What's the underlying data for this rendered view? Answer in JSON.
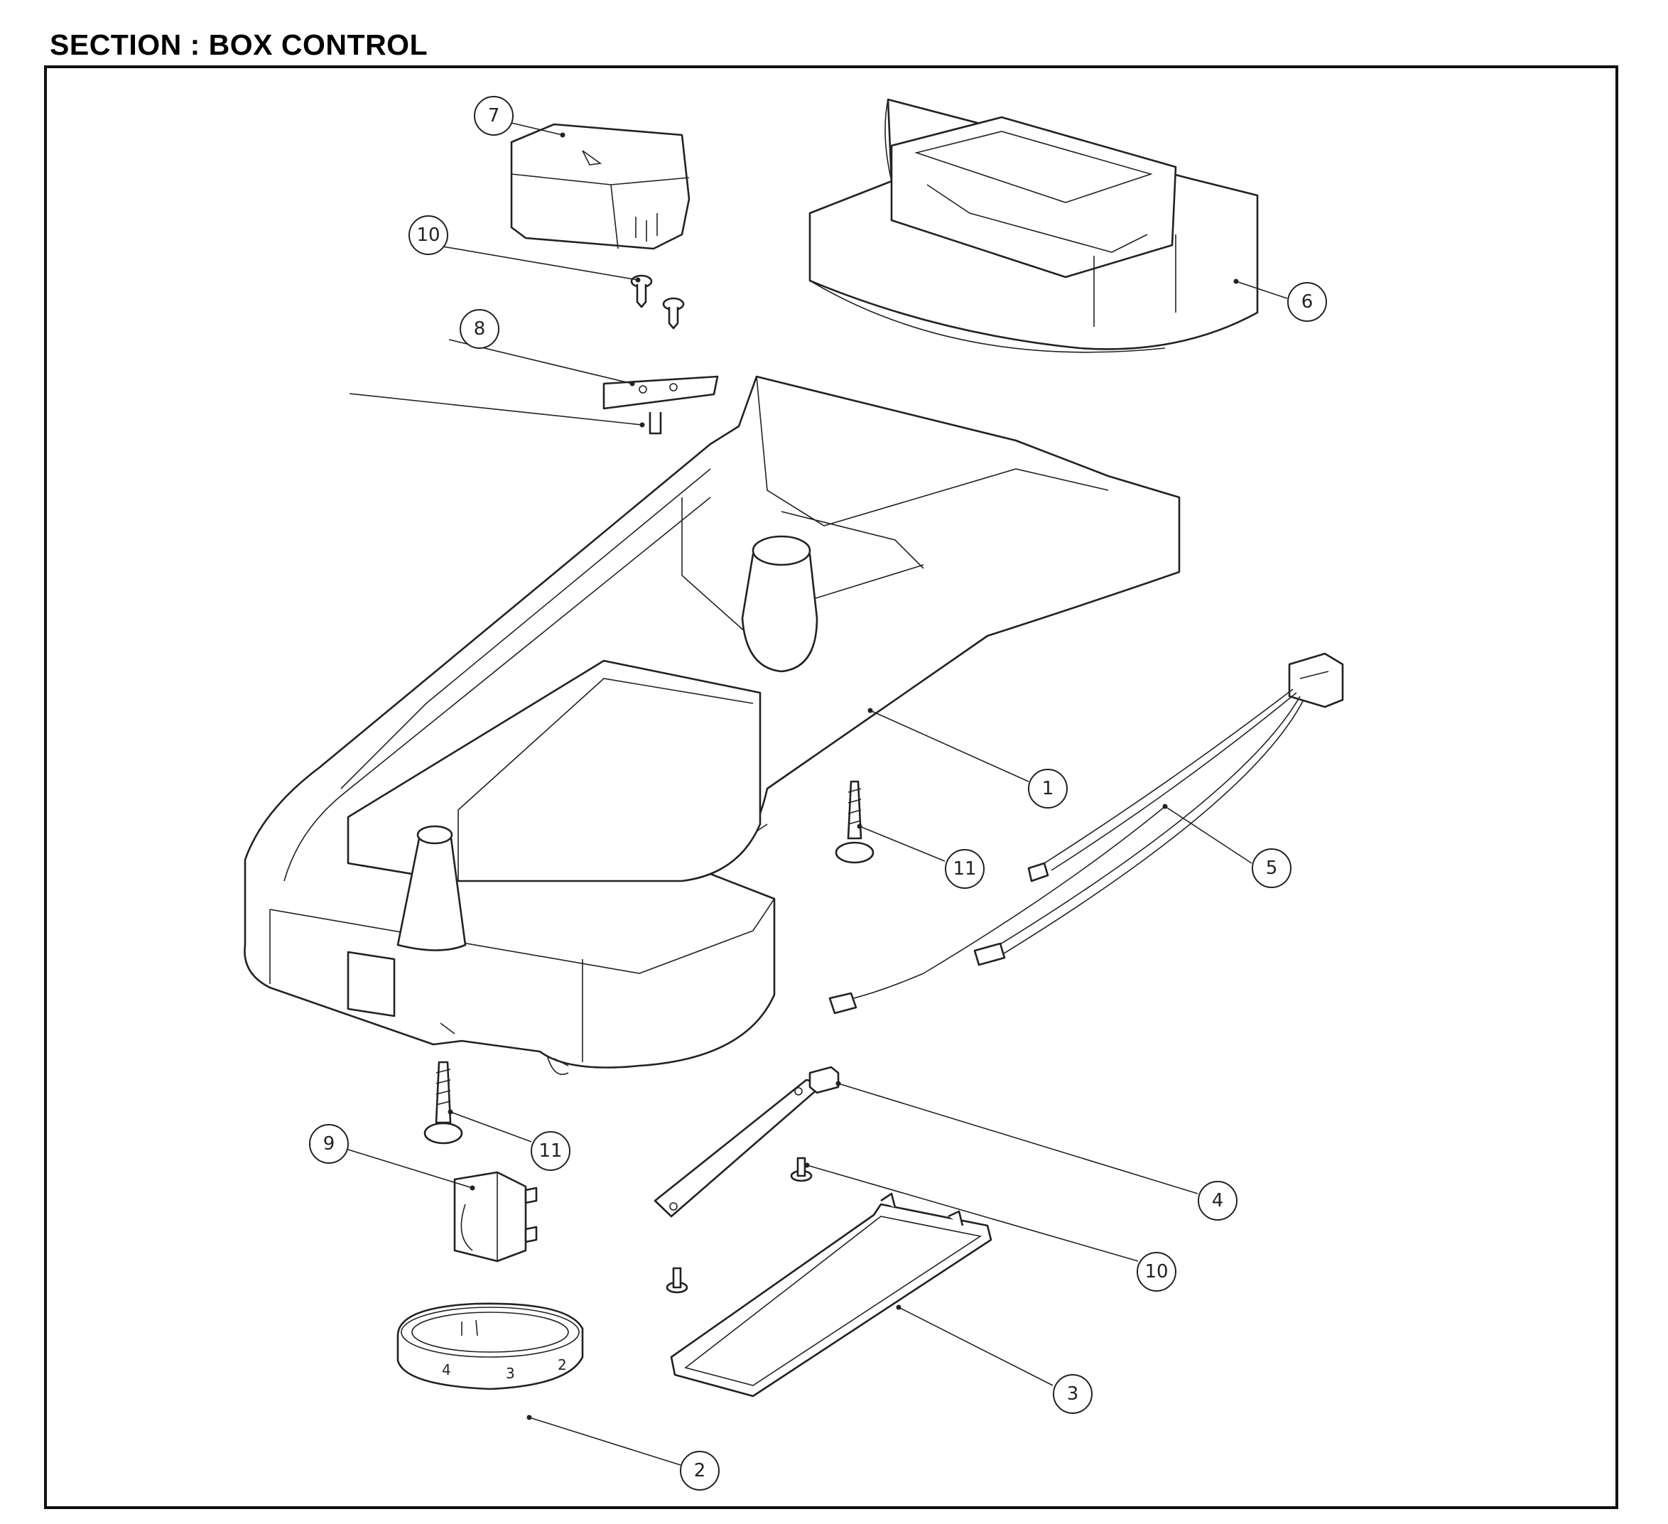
{
  "section_title": "SECTION : BOX CONTROL",
  "callouts": [
    {
      "id": "c1",
      "label": "1"
    },
    {
      "id": "c2",
      "label": "2"
    },
    {
      "id": "c3",
      "label": "3"
    },
    {
      "id": "c4",
      "label": "4"
    },
    {
      "id": "c5",
      "label": "5"
    },
    {
      "id": "c6",
      "label": "6"
    },
    {
      "id": "c7",
      "label": "7"
    },
    {
      "id": "c8",
      "label": "8"
    },
    {
      "id": "c9",
      "label": "9"
    },
    {
      "id": "c10a",
      "label": "10"
    },
    {
      "id": "c10b",
      "label": "10"
    },
    {
      "id": "c11a",
      "label": "11"
    },
    {
      "id": "c11b",
      "label": "11"
    }
  ],
  "knob_numbers": [
    "4",
    "3",
    "2"
  ]
}
